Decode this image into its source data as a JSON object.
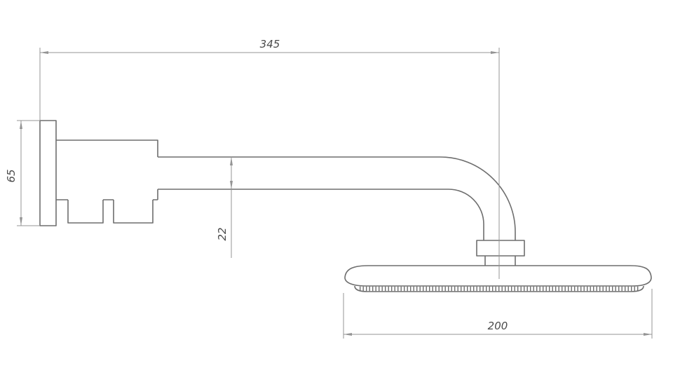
{
  "drawing": {
    "dimensions": {
      "arm_length": "345",
      "flange_height": "65",
      "pipe_diameter": "22",
      "head_diameter": "200"
    },
    "colors": {
      "object_line": "#6e6e6e",
      "dimension_line": "#949494",
      "text": "#4a4a4a",
      "background": "#ffffff"
    }
  }
}
